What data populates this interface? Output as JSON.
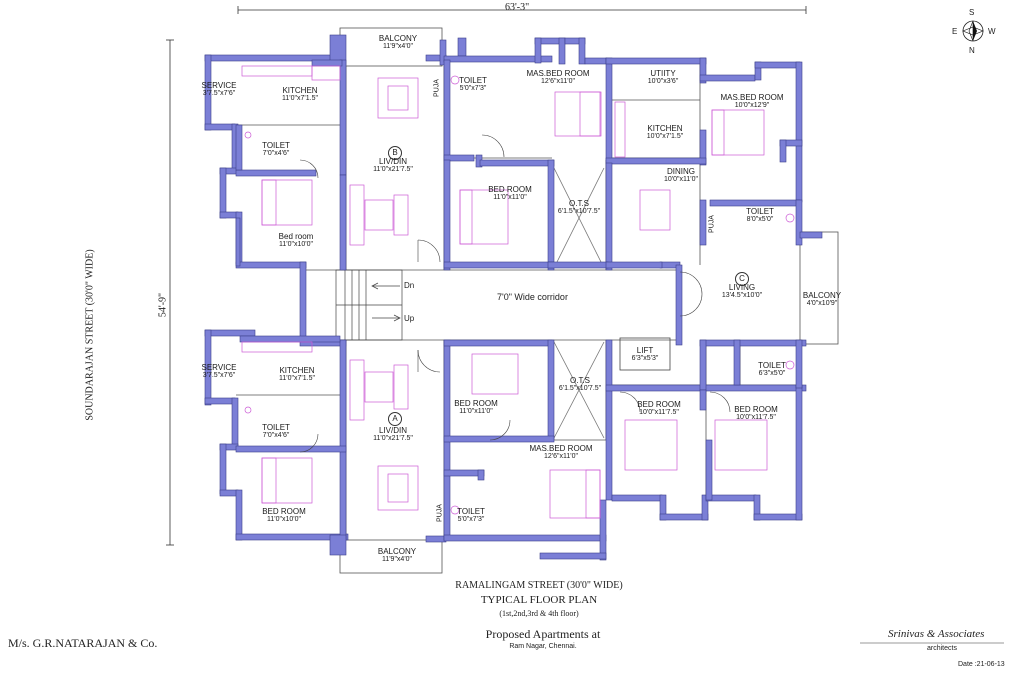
{
  "dimensions": {
    "width": "63'-3\"",
    "height": "54'-9\""
  },
  "compass": {
    "s": "S",
    "e": "E",
    "w": "W",
    "n": "N"
  },
  "streets": {
    "left": "SOUNDARAJAN STREET (30'0\" WIDE)",
    "bottom": "RAMALINGAM STREET (30'0\" WIDE)"
  },
  "plan_title": "TYPICAL FLOOR PLAN",
  "plan_subtitle": "(1st,2nd,3rd & 4th floor)",
  "project_title": "Proposed Apartments at",
  "project_location": "Ram Nagar, Chennai.",
  "client": "M/s. G.R.NATARAJAN & Co.",
  "architect": {
    "name": "Srinivas & Associates",
    "role": "architects"
  },
  "date": "Date :21-06-13",
  "corridor": "7'0\" Wide corridor",
  "stair": {
    "dn": "Dn",
    "up": "Up"
  },
  "flat_markers": {
    "a": "A",
    "b": "B",
    "c": "C"
  },
  "puja": "PUJA",
  "rooms": [
    {
      "name": "BALCONY",
      "dim": "11'9\"x4'0\""
    },
    {
      "name": "SERVICE",
      "dim": "3'7.5\"x7'6\""
    },
    {
      "name": "KITCHEN",
      "dim": "11'0\"x7'1.5\""
    },
    {
      "name": "TOILET",
      "dim": "5'0\"x7'3\""
    },
    {
      "name": "MAS.BED ROOM",
      "dim": "12'6\"x11'0\""
    },
    {
      "name": "UTIITY",
      "dim": "10'0\"x3'6\""
    },
    {
      "name": "MAS.BED ROOM",
      "dim": "10'0\"x12'9\""
    },
    {
      "name": "TOILET",
      "dim": "7'0\"x4'6\""
    },
    {
      "name": "LIV/DIN",
      "dim": "11'0\"x21'7.5\""
    },
    {
      "name": "KITCHEN",
      "dim": "10'0\"x7'1.5\""
    },
    {
      "name": "DINING",
      "dim": "10'0\"x11'0\""
    },
    {
      "name": "BED ROOM",
      "dim": "11'0\"x11'0\""
    },
    {
      "name": "O.T.S",
      "dim": "6'1.5\"x10'7.5\""
    },
    {
      "name": "TOILET",
      "dim": "8'0\"x5'0\""
    },
    {
      "name": "Bed room",
      "dim": "11'0\"x10'0\""
    },
    {
      "name": "LIVING",
      "dim": "13'4.5\"x10'0\""
    },
    {
      "name": "BALCONY",
      "dim": "4'0\"x10'9\""
    },
    {
      "name": "LIFT",
      "dim": "6'3\"x5'3\""
    },
    {
      "name": "SERVICE",
      "dim": "3'7.5\"x7'6\""
    },
    {
      "name": "KITCHEN",
      "dim": "11'0\"x7'1.5\""
    },
    {
      "name": "BED ROOM",
      "dim": "11'0\"x11'0\""
    },
    {
      "name": "O.T.S",
      "dim": "6'1.5\"x10'7.5\""
    },
    {
      "name": "TOILET",
      "dim": "6'3\"x5'0\""
    },
    {
      "name": "TOILET",
      "dim": "7'0\"x4'6\""
    },
    {
      "name": "LIV/DIN",
      "dim": "11'0\"x21'7.5\""
    },
    {
      "name": "BED ROOM",
      "dim": "10'0\"x11'7.5\""
    },
    {
      "name": "BED ROOM",
      "dim": "10'0\"x11'7.5\""
    },
    {
      "name": "MAS.BED ROOM",
      "dim": "12'6\"x11'0\""
    },
    {
      "name": "BED ROOM",
      "dim": "11'0\"x10'0\""
    },
    {
      "name": "TOILET",
      "dim": "5'0\"x7'3\""
    },
    {
      "name": "BALCONY",
      "dim": "11'9\"x4'0\""
    }
  ]
}
